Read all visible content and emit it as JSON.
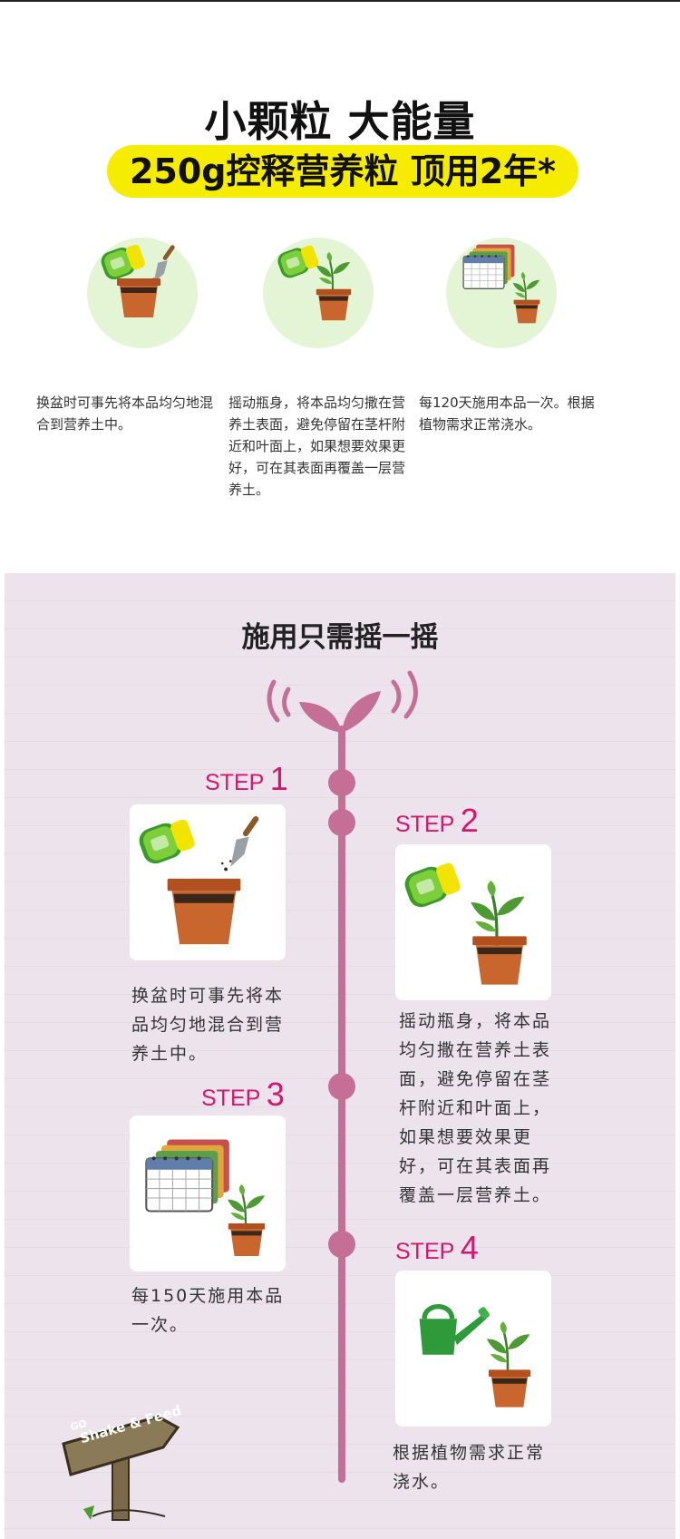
{
  "header": {
    "title": "小颗粒 大能量",
    "banner": "250g控释营养粒 顶用2年*"
  },
  "intro_steps": [
    {
      "text": "换盆时可事先将本品均匀地混合到营养土中。"
    },
    {
      "text": "摇动瓶身，将本品均匀撒在营养土表面，避免停留在茎杆附近和叶面上，如果想要效果更好，可在其表面再覆盖一层营养土。"
    },
    {
      "text": "每120天施用本品一次。根据植物需求正常浇水。"
    }
  ],
  "howto": {
    "title": "施用只需摇一摇",
    "step_word": "STEP",
    "steps": [
      {
        "number": "1",
        "text": "换盆时可事先将本品均匀地混合到营养土中。"
      },
      {
        "number": "2",
        "text": "摇动瓶身，将本品均匀撒在营养土表面，避免停留在茎杆附近和叶面上，如果想要效果更好，可在其表面再覆盖一层营养土。"
      },
      {
        "number": "3",
        "text": "每150天施用本品一次。"
      },
      {
        "number": "4",
        "text": "根据植物需求正常浇水。"
      }
    ]
  },
  "signpost": {
    "line1": "GO",
    "line2": "Shake & Feed"
  },
  "colors": {
    "accent": "#d5166e",
    "stem": "#c56f97",
    "banner": "#f6ec00",
    "circle": "#e3f5d4",
    "panel": "#ece3ec"
  },
  "icons": [
    "trowel-icon",
    "pot-icon",
    "fertilizer-bottle-icon",
    "plant-icon",
    "calendar-icon",
    "watering-can-icon",
    "sprout-icon",
    "signpost-icon"
  ]
}
